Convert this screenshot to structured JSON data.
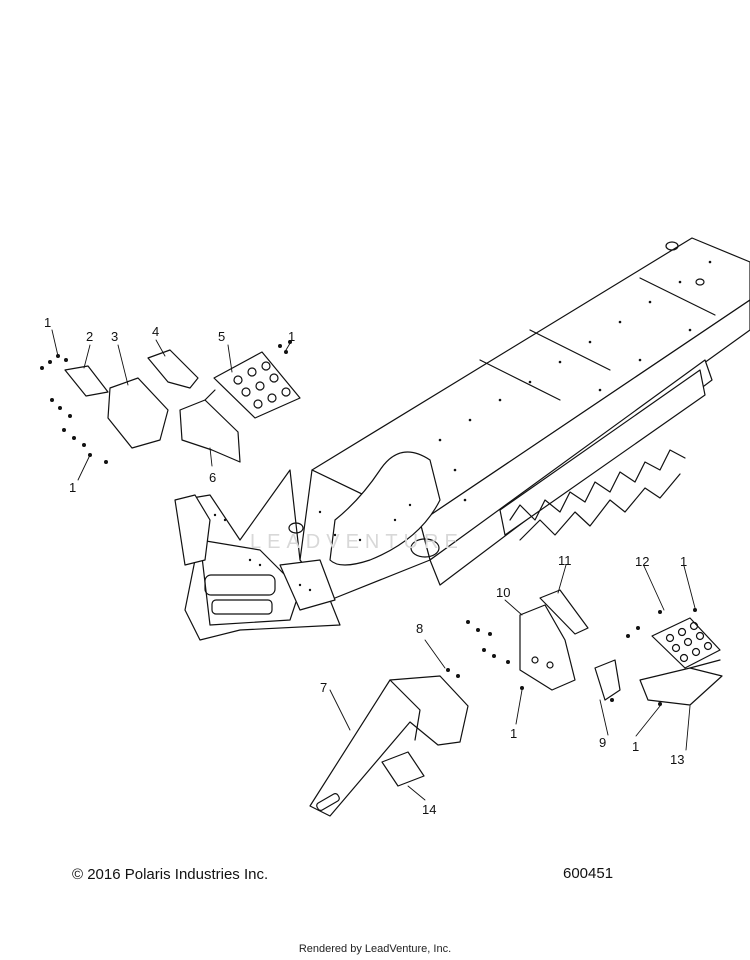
{
  "callouts": [
    "1",
    "2",
    "3",
    "4",
    "5",
    "1",
    "1",
    "6",
    "7",
    "8",
    "9",
    "10",
    "11",
    "12",
    "1",
    "1",
    "1",
    "13",
    "14"
  ],
  "watermark": "LEADVENTURE",
  "footer": {
    "copyright": "© 2016 Polaris Industries Inc.",
    "figure_number": "600451",
    "render_credit": "Rendered by LeadVenture, Inc."
  }
}
